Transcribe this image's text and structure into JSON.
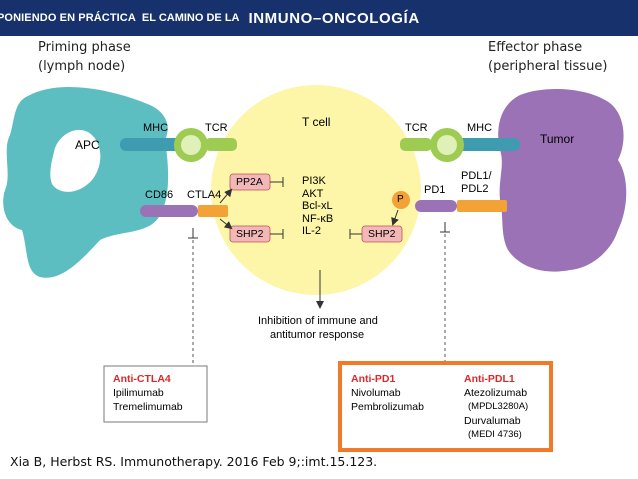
{
  "banner": {
    "small_1": "PONIENDO EN PRÁCTICA",
    "small_2": "EL CAMINO DE LA",
    "big": "INMUNO–ONCOLOGÍA"
  },
  "priming_phase": {
    "line1": "Priming phase",
    "line2": "(lymph node)"
  },
  "effector_phase": {
    "line1": "Effector phase",
    "line2": "(peripheral tissue)"
  },
  "cells": {
    "apc": "APC",
    "tumor": "Tumor",
    "tcell": "T cell"
  },
  "receptors": {
    "mhc_left": "MHC",
    "tcr_left": "TCR",
    "tcr_right": "TCR",
    "mhc_right": "MHC",
    "cd86": "CD86",
    "ctla4": "CTLA4",
    "pd1": "PD1",
    "pdl1_pdl2_line1": "PDL1/",
    "pdl1_pdl2_line2": "PDL2"
  },
  "signals": {
    "pp2a": "PP2A",
    "shp2_left": "SHP2",
    "shp2_right": "SHP2",
    "p": "P"
  },
  "pathway": [
    "PI3K",
    "AKT",
    "Bcl-xL",
    "NF-κB",
    "IL-2"
  ],
  "outcome": {
    "line1": "Inhibition of immune and",
    "line2": "antitumor response"
  },
  "drugs": {
    "ctla4": {
      "title": "Anti-CTLA4",
      "items": [
        "Ipilimumab",
        "Tremelimumab"
      ]
    },
    "pd1": {
      "title": "Anti-PD1",
      "items": [
        "Nivolumab",
        "Pembrolizumab"
      ]
    },
    "pdl1": {
      "title": "Anti-PDL1",
      "items": [
        "Atezolizumab",
        "(MPDL3280A)",
        "Durvalumab",
        "(MEDI 4736)"
      ]
    }
  },
  "citation": "Xia B, Herbst RS. Immunotherapy. 2016 Feb 9;:imt.15.123.",
  "colors": {
    "banner": "#16316c",
    "apc": "#5dbec2",
    "tumor": "#9a72b5",
    "tcell": "#fdf6a8",
    "tcr": "#9ecc52",
    "mhc": "#3f9bb0",
    "ligand": "#9a72b5",
    "checkpoint": "#f3a236",
    "signal_box": "#f2b8b8",
    "drug_box_orange": "#ef7a2a",
    "drug_red": "#d82a2a"
  }
}
